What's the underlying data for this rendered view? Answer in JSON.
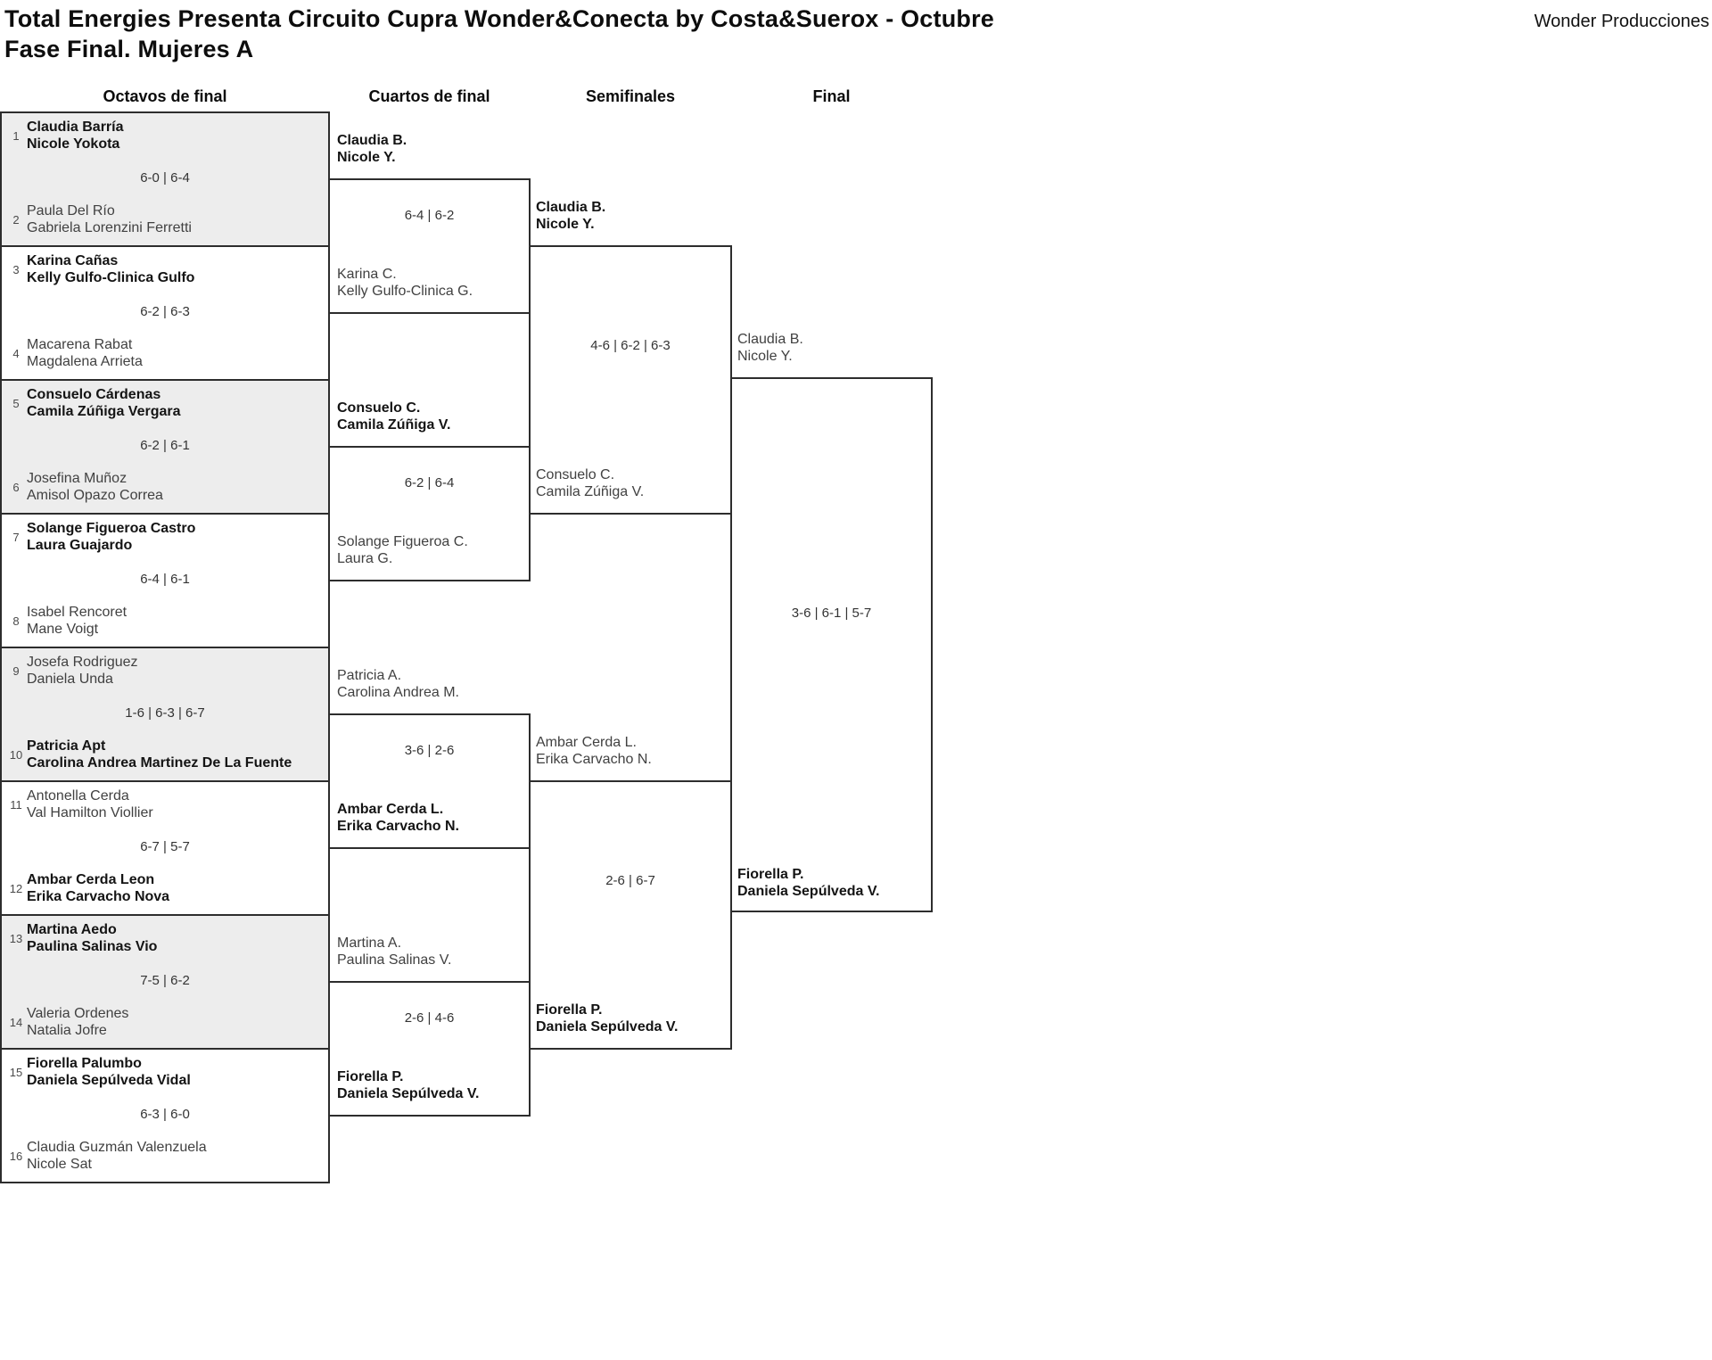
{
  "header": {
    "title_line1": "Total Energies Presenta Circuito Cupra Wonder&Conecta by Costa&Suerox - Octubre",
    "title_line2": "Fase Final. Mujeres A",
    "brand": "Wonder Producciones"
  },
  "rounds": {
    "r1": "Octavos de final",
    "r2": "Cuartos de final",
    "r3": "Semifinales",
    "r4": "Final"
  },
  "octavos": [
    {
      "seed1": "1",
      "team1": [
        "Claudia Barría",
        "Nicole Yokota"
      ],
      "score": "6-0 | 6-4",
      "seed2": "2",
      "team2": [
        "Paula Del Río",
        "Gabriela Lorenzini Ferretti"
      ]
    },
    {
      "seed1": "3",
      "team1": [
        "Karina Cañas",
        "Kelly Gulfo-Clinica Gulfo"
      ],
      "score": "6-2 | 6-3",
      "seed2": "4",
      "team2": [
        "Macarena Rabat",
        "Magdalena Arrieta"
      ]
    },
    {
      "seed1": "5",
      "team1": [
        "Consuelo Cárdenas",
        "Camila Zúñiga Vergara"
      ],
      "score": "6-2 | 6-1",
      "seed2": "6",
      "team2": [
        "Josefina Muñoz",
        "Amisol Opazo Correa"
      ]
    },
    {
      "seed1": "7",
      "team1": [
        "Solange Figueroa Castro",
        "Laura Guajardo"
      ],
      "score": "6-4 | 6-1",
      "seed2": "8",
      "team2": [
        "Isabel Rencoret",
        "Mane Voigt"
      ]
    },
    {
      "seed1": "9",
      "team1": [
        "Josefa Rodriguez",
        "Daniela Unda"
      ],
      "score": "1-6 | 6-3 | 6-7",
      "seed2": "10",
      "team2": [
        "Patricia Apt",
        "Carolina Andrea Martinez De La Fuente"
      ]
    },
    {
      "seed1": "11",
      "team1": [
        "Antonella Cerda",
        "Val Hamilton Viollier"
      ],
      "score": "6-7 | 5-7",
      "seed2": "12",
      "team2": [
        "Ambar Cerda Leon",
        "Erika Carvacho Nova"
      ]
    },
    {
      "seed1": "13",
      "team1": [
        "Martina Aedo",
        "Paulina Salinas Vio"
      ],
      "score": "7-5 | 6-2",
      "seed2": "14",
      "team2": [
        "Valeria Ordenes",
        "Natalia Jofre"
      ]
    },
    {
      "seed1": "15",
      "team1": [
        "Fiorella Palumbo",
        "Daniela Sepúlveda Vidal"
      ],
      "score": "6-3 | 6-0",
      "seed2": "16",
      "team2": [
        "Claudia Guzmán Valenzuela",
        "Nicole Sat"
      ]
    }
  ],
  "cuartos": [
    {
      "team1": [
        "Claudia B.",
        "Nicole Y."
      ],
      "score": "6-4 | 6-2",
      "team2": [
        "Karina C.",
        "Kelly Gulfo-Clinica G."
      ]
    },
    {
      "team1": [
        "Consuelo C.",
        "Camila Zúñiga V."
      ],
      "score": "6-2 | 6-4",
      "team2": [
        "Solange Figueroa C.",
        "Laura G."
      ]
    },
    {
      "team1": [
        "Patricia A.",
        "Carolina Andrea M."
      ],
      "score": "3-6 | 2-6",
      "team2": [
        "Ambar Cerda L.",
        "Erika Carvacho N."
      ]
    },
    {
      "team1": [
        "Martina A.",
        "Paulina Salinas V."
      ],
      "score": "2-6 | 4-6",
      "team2": [
        "Fiorella P.",
        "Daniela Sepúlveda V."
      ]
    }
  ],
  "semifinales": [
    {
      "team1": [
        "Claudia B.",
        "Nicole Y."
      ],
      "score": "4-6 | 6-2 | 6-3",
      "team2": [
        "Consuelo C.",
        "Camila Zúñiga V."
      ]
    },
    {
      "team1": [
        "Ambar Cerda L.",
        "Erika Carvacho N."
      ],
      "score": "2-6 | 6-7",
      "team2": [
        "Fiorella P.",
        "Daniela Sepúlveda V."
      ]
    }
  ],
  "final": {
    "team1": [
      "Claudia B.",
      "Nicole Y."
    ],
    "score": "3-6 | 6-1 | 5-7",
    "team2": [
      "Fiorella P.",
      "Daniela Sepúlveda V."
    ]
  }
}
